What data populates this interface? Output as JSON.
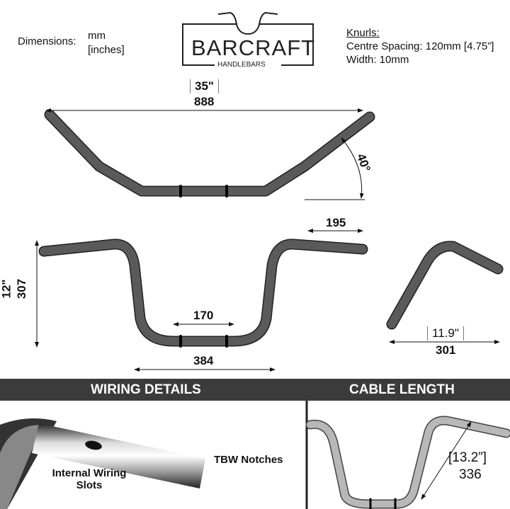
{
  "legend": {
    "label": "Dimensions:",
    "unit_primary": "mm",
    "unit_secondary": "[inches]"
  },
  "logo": {
    "brand": "BarCraft",
    "subtitle": "HANDLEBARS"
  },
  "knurls": {
    "title": "Knurls:",
    "spacing": "Centre Spacing: 120mm [4.75”]",
    "width": "Width: 10mm"
  },
  "top_view": {
    "width_in": "35\"",
    "width_mm": "888",
    "angle": "40°"
  },
  "front_view": {
    "height_in": "12\"",
    "height_mm": "307",
    "base_width_mm": "384",
    "center_width_mm": "170",
    "grip_length_mm": "195"
  },
  "side_view": {
    "depth_in": "11.9\"",
    "depth_mm": "301"
  },
  "sections": {
    "wiring": "WIRING DETAILS",
    "cable": "CABLE LENGTH"
  },
  "wiring": {
    "notches": "TBW Notches",
    "slots_line1": "Internal Wiring",
    "slots_line2": "Slots"
  },
  "cable": {
    "length_in": "[13.2”]",
    "length_mm": "336"
  },
  "colors": {
    "bar": "#5a5a5a",
    "band": "#3b3b3b",
    "cable_bar": "#b8b8b8"
  }
}
